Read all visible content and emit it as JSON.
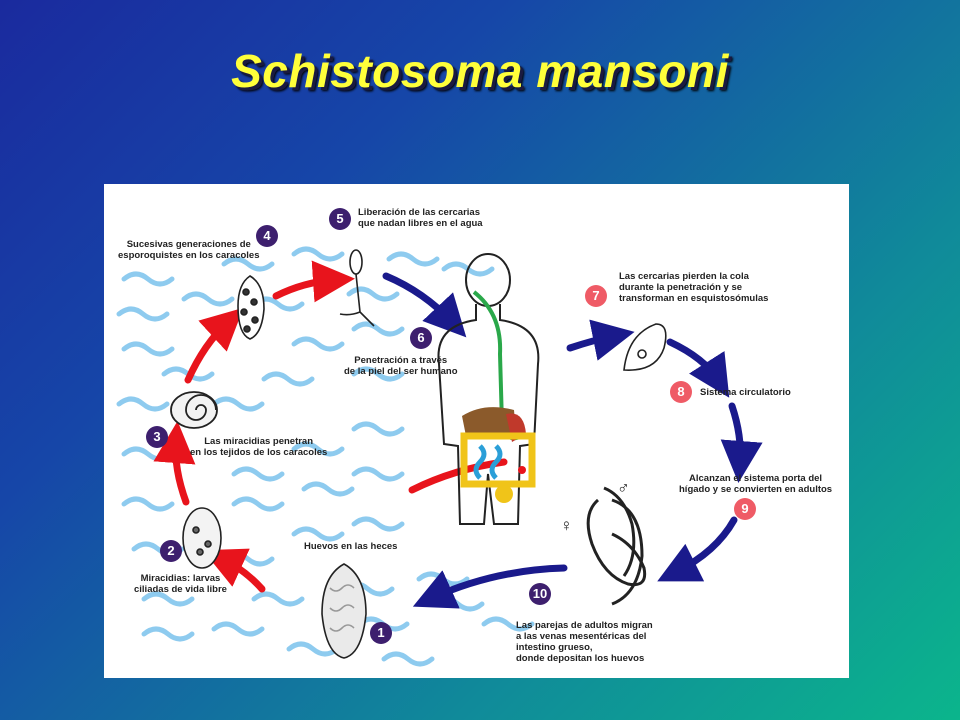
{
  "title": "Schistosoma mansoni",
  "steps": [
    {
      "num": "1",
      "label": "Huevos en las heces"
    },
    {
      "num": "2",
      "label": "Miracidias: larvas\nciliadas de vida libre"
    },
    {
      "num": "3",
      "label": "Las miracidias penetran\nen los tejidos de los caracoles"
    },
    {
      "num": "4",
      "label": "Sucesivas generaciones de\nesporoquistes en los caracoles"
    },
    {
      "num": "5",
      "label": "Liberación de las cercarias\nque nadan libres en el agua"
    },
    {
      "num": "6",
      "label": "Penetración a través\nde la piel del ser humano"
    },
    {
      "num": "7",
      "label": "Las cercarias pierden la cola\ndurante la penetración y se\ntransforman en esquistosómulas"
    },
    {
      "num": "8",
      "label": "Sistema circulatorio"
    },
    {
      "num": "9",
      "label": "Alcanzan el sistema porta del\nhígado y se convierten en adultos"
    },
    {
      "num": "10",
      "label": "Las parejas de adultos migran\na las venas mesentéricas del\nintestino grueso,\ndonde depositan los huevos"
    }
  ],
  "symbols": {
    "male": "♂",
    "female": "♀"
  },
  "colors": {
    "red_arrow": "#e8141c",
    "blue_arrow": "#1a1a8c",
    "water": "#8ecbef",
    "badge_purple": "#3d1f6e",
    "badge_red": "#ef5b66"
  }
}
